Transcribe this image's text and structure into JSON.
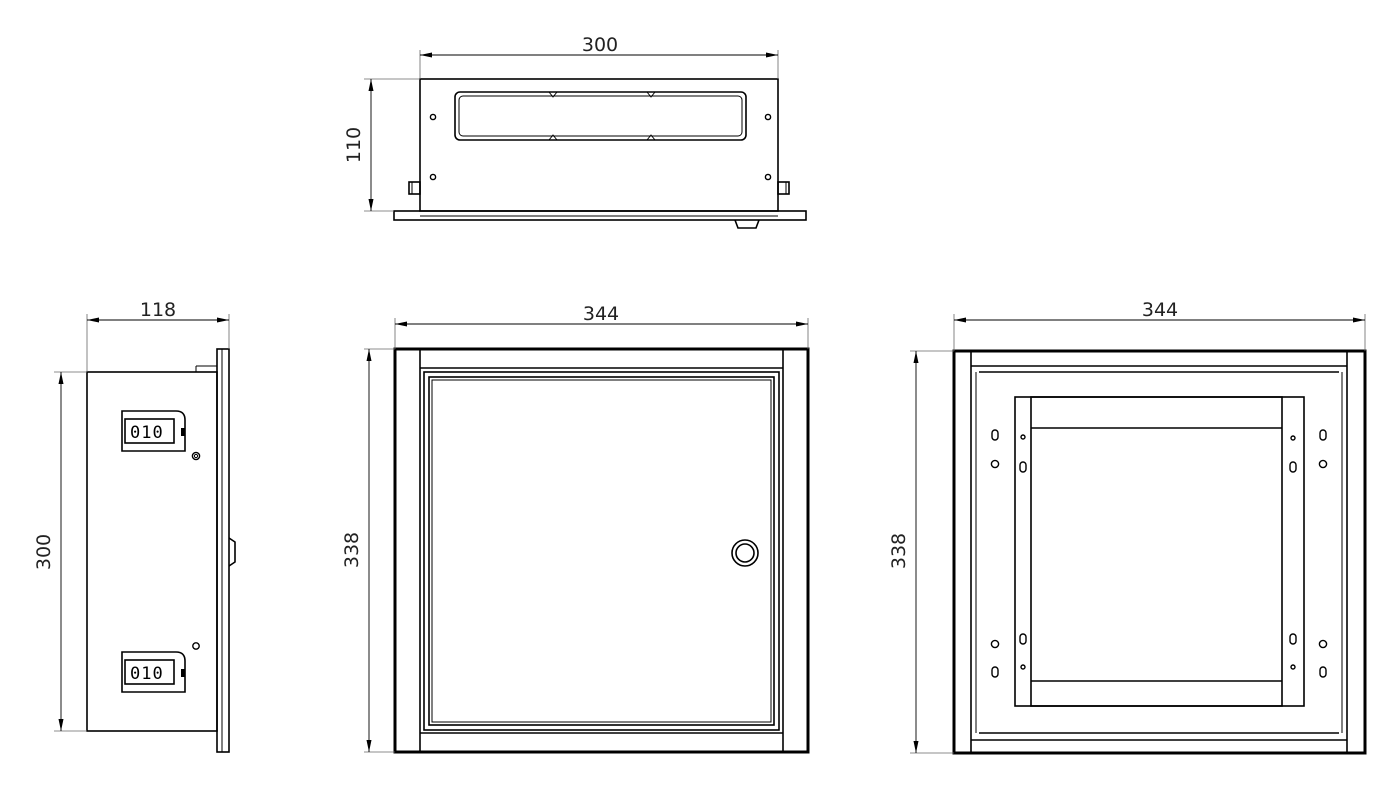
{
  "views": {
    "top": {
      "width_dim": "300",
      "height_dim": "110"
    },
    "side": {
      "width_dim": "118",
      "height_dim": "300",
      "label_top": "010",
      "label_bottom": "010"
    },
    "front": {
      "width_dim": "344",
      "height_dim": "338"
    },
    "back": {
      "width_dim": "344",
      "height_dim": "338"
    }
  }
}
